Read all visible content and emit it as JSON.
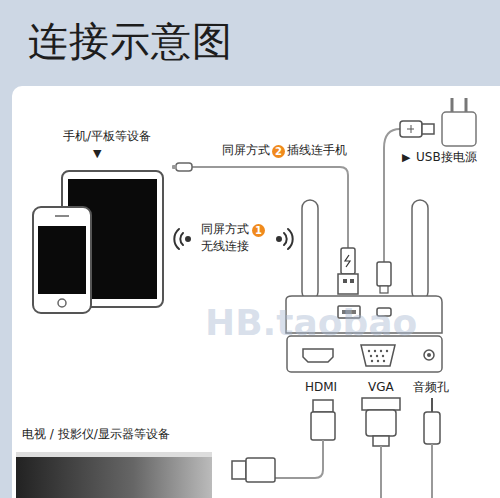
{
  "diagram": {
    "title": "连接示意图",
    "labels": [
      "手机/平板等设备",
      "▼",
      "同屏方式",
      "2",
      "插线连手机",
      "▶",
      "USB接电源",
      "同屏方式",
      "1",
      "无线连接",
      "HDMI",
      "VGA",
      "音频孔",
      "电视 / 投影仪/显示器等设备",
      "HB.taobao"
    ]
  }
}
